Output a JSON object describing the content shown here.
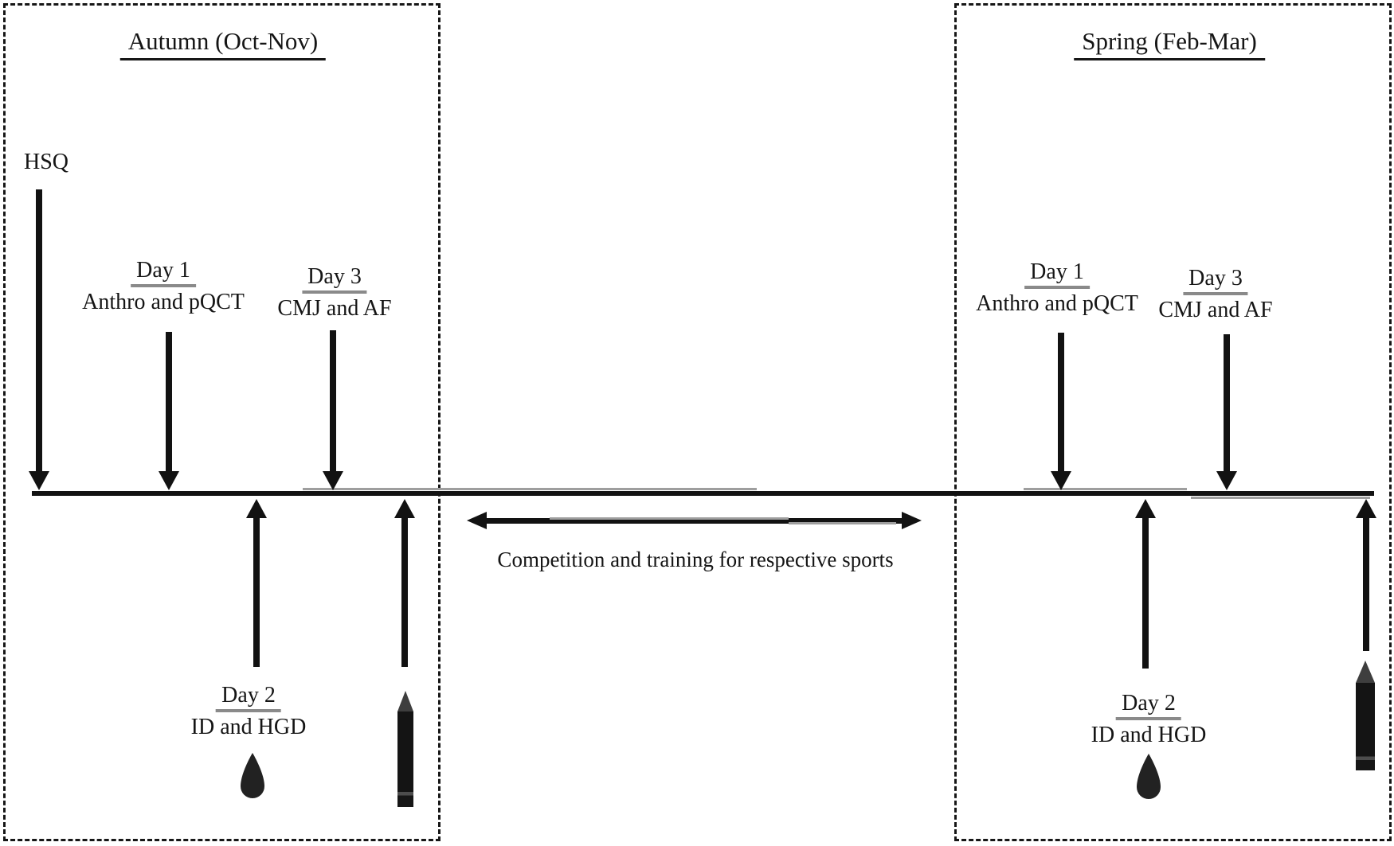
{
  "figure": {
    "background": "#ffffff",
    "ink_color": "#151515",
    "underline_gray": "#8a8a8a",
    "middle_label": "Competition and training for respective sports",
    "panels": [
      {
        "title": "Autumn (Oct-Nov)",
        "hsq_label": "HSQ",
        "day1_title": "Day 1",
        "day1_desc": "Anthro and pQCT",
        "day3_title": "Day 3",
        "day3_desc": "CMJ and AF",
        "day2_title": "Day 2",
        "day2_desc": "ID and HGD"
      },
      {
        "title": "Spring (Feb-Mar)",
        "day1_title": "Day 1",
        "day1_desc": "Anthro and pQCT",
        "day3_title": "Day 3",
        "day3_desc": "CMJ and AF",
        "day2_title": "Day 2",
        "day2_desc": "ID and HGD"
      }
    ]
  }
}
